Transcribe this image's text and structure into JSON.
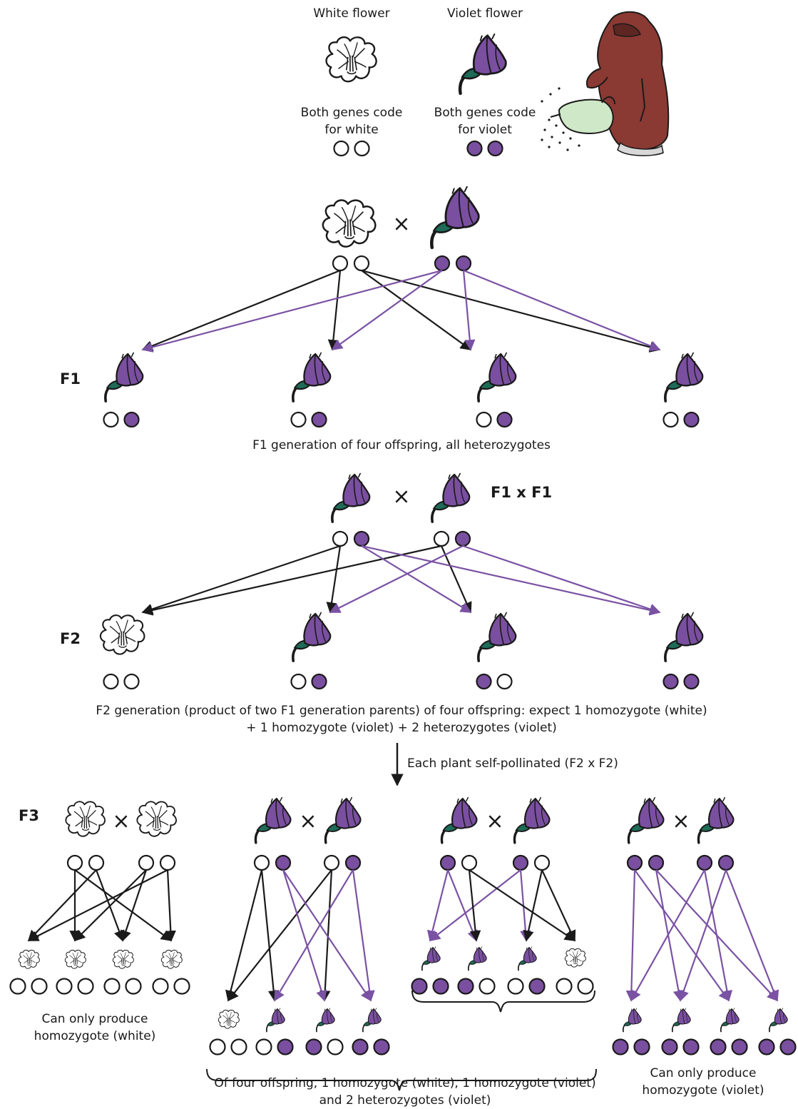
{
  "colors": {
    "violet": "#7a4fa0",
    "violet_line": "#7a52a3",
    "stem": "#1e6b58",
    "ink": "#1a1a1a",
    "white": "#ffffff",
    "robe": "#8a3a33",
    "watering_can": "#cfe8c8"
  },
  "parents": {
    "white_label": "White flower",
    "violet_label": "Violet flower",
    "white_desc_line1": "Both genes code",
    "white_desc_line2": "for white",
    "violet_desc_line1": "Both genes code",
    "violet_desc_line2": "for violet",
    "white_alleles": [
      "w",
      "w"
    ],
    "violet_alleles": [
      "v",
      "v"
    ]
  },
  "cross_symbol": "×",
  "f1": {
    "label": "F1",
    "offspring": [
      {
        "flower": "violet",
        "alleles": [
          "w",
          "v"
        ]
      },
      {
        "flower": "violet",
        "alleles": [
          "w",
          "v"
        ]
      },
      {
        "flower": "violet",
        "alleles": [
          "w",
          "v"
        ]
      },
      {
        "flower": "violet",
        "alleles": [
          "w",
          "v"
        ]
      }
    ],
    "caption": "F1 generation of four offspring, all heterozygotes",
    "cross_label": "F1 x F1"
  },
  "f2": {
    "label": "F2",
    "offspring": [
      {
        "flower": "white",
        "alleles": [
          "w",
          "w"
        ]
      },
      {
        "flower": "violet",
        "alleles": [
          "w",
          "v"
        ]
      },
      {
        "flower": "violet",
        "alleles": [
          "v",
          "w"
        ]
      },
      {
        "flower": "violet",
        "alleles": [
          "v",
          "v"
        ]
      }
    ],
    "caption_line1": "F2 generation (product of two F1 generation parents) of four offspring: expect 1 homozygote (white)",
    "caption_line2": "+ 1 homozygote (violet) + 2 heterozygotes (violet)",
    "self_pollinated": "Each plant self-pollinated (F2 x F2)"
  },
  "f3": {
    "label": "F3",
    "crosses": [
      {
        "parent_alleles": [
          "w",
          "w",
          "w",
          "w"
        ],
        "offspring": [
          [
            "w",
            "w"
          ],
          [
            "w",
            "w"
          ],
          [
            "w",
            "w"
          ],
          [
            "w",
            "w"
          ]
        ],
        "caption_line1": "Can only produce",
        "caption_line2": "homozygote (white)"
      },
      {
        "parent_alleles": [
          "w",
          "v",
          "w",
          "v"
        ],
        "offspring": [
          [
            "w",
            "w"
          ],
          [
            "w",
            "v"
          ],
          [
            "v",
            "w"
          ],
          [
            "v",
            "v"
          ]
        ]
      },
      {
        "parent_alleles": [
          "v",
          "w",
          "v",
          "w"
        ],
        "offspring": [
          [
            "v",
            "v"
          ],
          [
            "v",
            "w"
          ],
          [
            "w",
            "v"
          ],
          [
            "w",
            "w"
          ]
        ]
      },
      {
        "parent_alleles": [
          "v",
          "v",
          "v",
          "v"
        ],
        "offspring": [
          [
            "v",
            "v"
          ],
          [
            "v",
            "v"
          ],
          [
            "v",
            "v"
          ],
          [
            "v",
            "v"
          ]
        ],
        "caption_line1": "Can only produce",
        "caption_line2": "homozygote (violet)"
      }
    ],
    "middle_caption_line1": "Of four offspring, 1 homozygote (white), 1 homozygote (violet)",
    "middle_caption_line2": "and 2 heterozygotes (violet)"
  }
}
